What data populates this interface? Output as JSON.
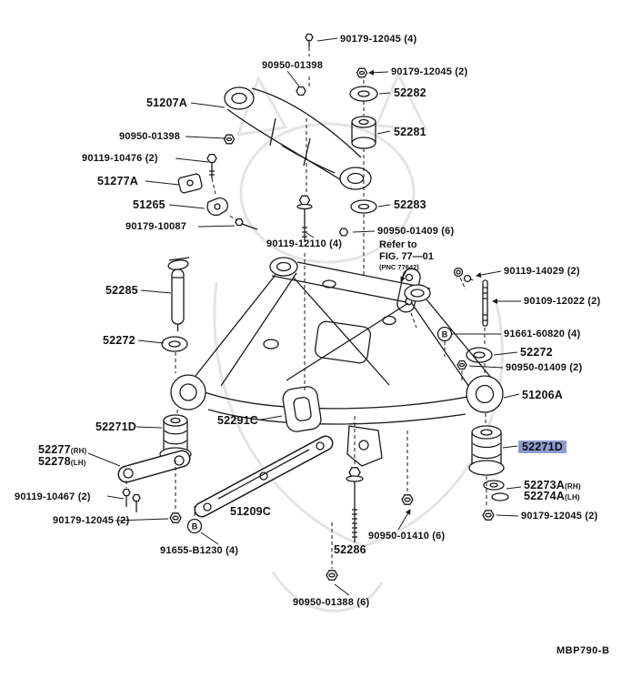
{
  "diagram": {
    "figure_code": "MBP790-B",
    "fastener_marker": "B"
  },
  "colors": {
    "highlight": "#8e9cd0",
    "line": "#1a1a1a",
    "background": "#ffffff"
  },
  "refer_note": {
    "line1": "Refer to",
    "line2": "FIG. 77—01",
    "line3": "(PNC 77642)"
  },
  "labels": [
    {
      "text": "90179-12045 (4)"
    },
    {
      "text": "90950-01398"
    },
    {
      "text": "90179-12045 (2)"
    },
    {
      "text": "51207A"
    },
    {
      "text": "52282"
    },
    {
      "text": "52281"
    },
    {
      "text": "90950-01398"
    },
    {
      "text": "90119-10476 (2)"
    },
    {
      "text": "51277A"
    },
    {
      "text": "51265"
    },
    {
      "text": "52283"
    },
    {
      "text": "90179-10087"
    },
    {
      "text": "90950-01409 (6)"
    },
    {
      "text": "90119-12110 (4)"
    },
    {
      "text": "90119-14029 (2)"
    },
    {
      "text": "52285"
    },
    {
      "text": "90109-12022 (2)"
    },
    {
      "text": "91661-60820 (4)"
    },
    {
      "text": "52272"
    },
    {
      "text": "52272"
    },
    {
      "text": "90950-01409 (2)"
    },
    {
      "text": "51206A"
    },
    {
      "text": "52291C"
    },
    {
      "text": "52271D"
    },
    {
      "text": "52277",
      "suffix": "(RH)"
    },
    {
      "text": "52278",
      "suffix": "(LH)"
    },
    {
      "text": "52271D",
      "highlight": true
    },
    {
      "text": "52273A",
      "suffix": "(RH)"
    },
    {
      "text": "52274A",
      "suffix": "(LH)"
    },
    {
      "text": "90119-10467 (2)"
    },
    {
      "text": "90179-12045 (2)"
    },
    {
      "text": "51209C"
    },
    {
      "text": "90179-12045 (2)"
    },
    {
      "text": "90950-01410 (6)"
    },
    {
      "text": "91655-B1230 (4)"
    },
    {
      "text": "52286"
    },
    {
      "text": "90950-01388 (6)"
    }
  ]
}
